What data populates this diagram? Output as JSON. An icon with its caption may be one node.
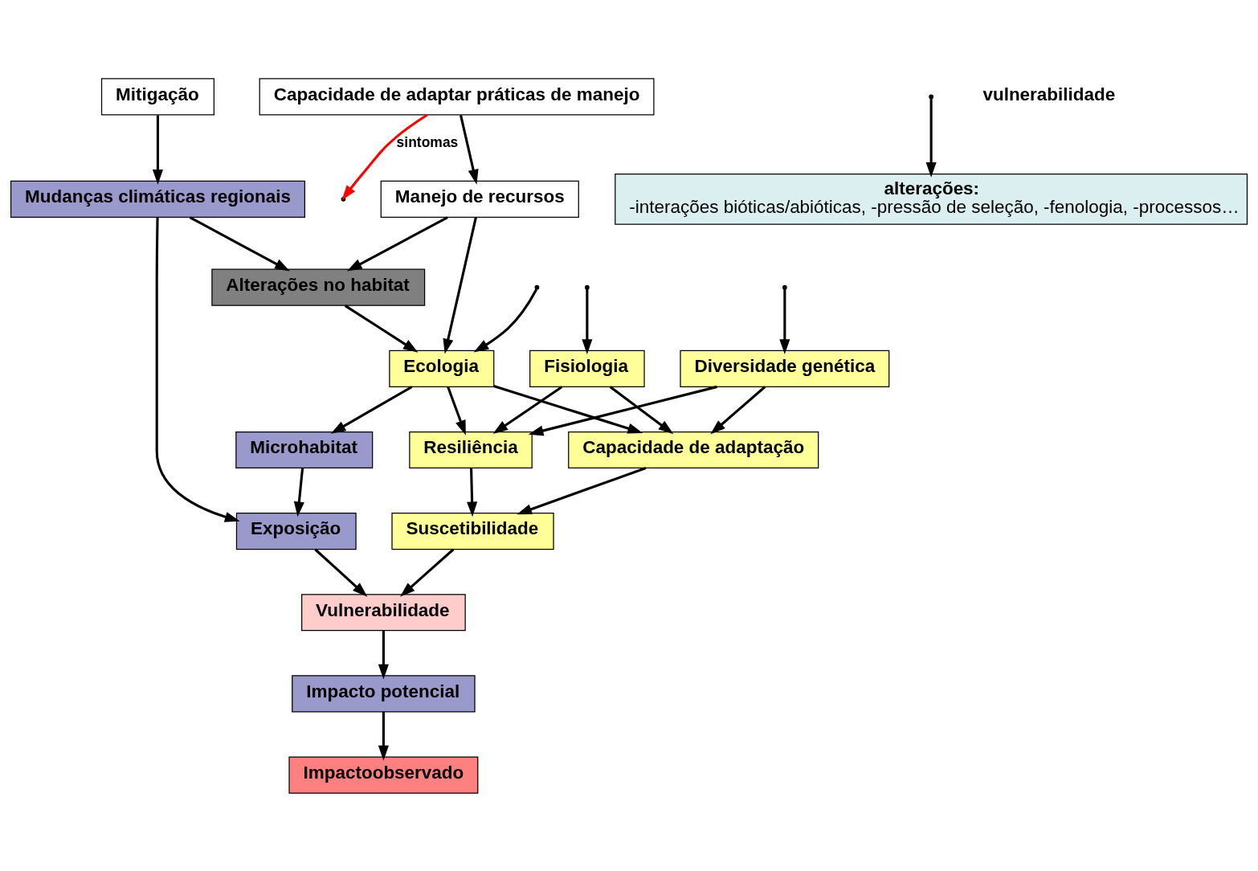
{
  "diagram": {
    "nodes": [
      {
        "text": [
          "Manejo de recursos"
        ]
      },
      {
        "text": [
          "Ecologia"
        ]
      },
      {
        "text": [
          "Fisiologia"
        ]
      },
      {
        "text": [
          "Diversidade genética"
        ]
      },
      {
        "text": [
          "Alterações no habitat"
        ]
      },
      {
        "text": [
          "Mudanças climáticas regionais"
        ]
      },
      {
        "text": [
          "Microhabitat"
        ]
      },
      {
        "text": [
          "Capacidade de adaptação"
        ]
      },
      {
        "text": [
          "Resiliência"
        ]
      },
      {
        "text": [
          "Exposição"
        ]
      },
      {
        "text": [
          "Suscetibilidade"
        ]
      },
      {
        "text": [
          "Vulnerabilidade"
        ]
      },
      {
        "text": [
          "Mitigação"
        ]
      },
      {
        "text": [
          "Impacto potencial"
        ]
      },
      {
        "text": [
          "Capacidade de adaptar práticas de manejo"
        ]
      },
      {
        "text": [
          "Impactoobservado"
        ]
      },
      {
        "text": [
          "alterações:",
          "-interações bióticas/abióticas, -pressão de seleção, -fenologia, -processos…"
        ]
      }
    ],
    "edges": [
      {
        "from": null,
        "to": 1,
        "arrow": "to"
      },
      {
        "from": null,
        "to": 2,
        "arrow": "to"
      },
      {
        "from": null,
        "to": 3,
        "arrow": "to"
      },
      {
        "from": 0,
        "to": 1,
        "arrow": "to"
      },
      {
        "from": 0,
        "to": 4,
        "arrow": "to"
      },
      {
        "from": 4,
        "to": 1,
        "arrow": "to"
      },
      {
        "from": 5,
        "to": 4,
        "arrow": "to"
      },
      {
        "from": 1,
        "to": 6,
        "arrow": "to"
      },
      {
        "from": 1,
        "to": 7,
        "arrow": "to"
      },
      {
        "from": 1,
        "to": 8,
        "arrow": "to"
      },
      {
        "from": 2,
        "to": 7,
        "arrow": "to"
      },
      {
        "from": 2,
        "to": 8,
        "arrow": "to"
      },
      {
        "from": 3,
        "to": 7,
        "arrow": "to"
      },
      {
        "from": 3,
        "to": 8,
        "arrow": "to"
      },
      {
        "from": 7,
        "to": 10,
        "arrow": "to"
      },
      {
        "from": 8,
        "to": 10,
        "arrow": "to"
      },
      {
        "from": 5,
        "to": 9,
        "arrow": "to"
      },
      {
        "from": 6,
        "to": 9,
        "arrow": "to"
      },
      {
        "from": 9,
        "to": 11,
        "arrow": "to"
      },
      {
        "from": 10,
        "to": 11,
        "arrow": "to"
      },
      {
        "from": 11,
        "to": 13,
        "arrow": "to"
      },
      {
        "from": 13,
        "to": 15,
        "arrow": "to"
      },
      {
        "from": 12,
        "to": 5,
        "arrow": "to"
      },
      {
        "from": 14,
        "to": 0,
        "arrow": "to"
      },
      {
        "from": 14,
        "to": null,
        "arrow": "to",
        "label": "sintomas",
        "color": "#ff0000"
      },
      {
        "from": null,
        "to": 16,
        "arrow": "to"
      }
    ],
    "labels": [
      "vulnerabilidade"
    ]
  }
}
